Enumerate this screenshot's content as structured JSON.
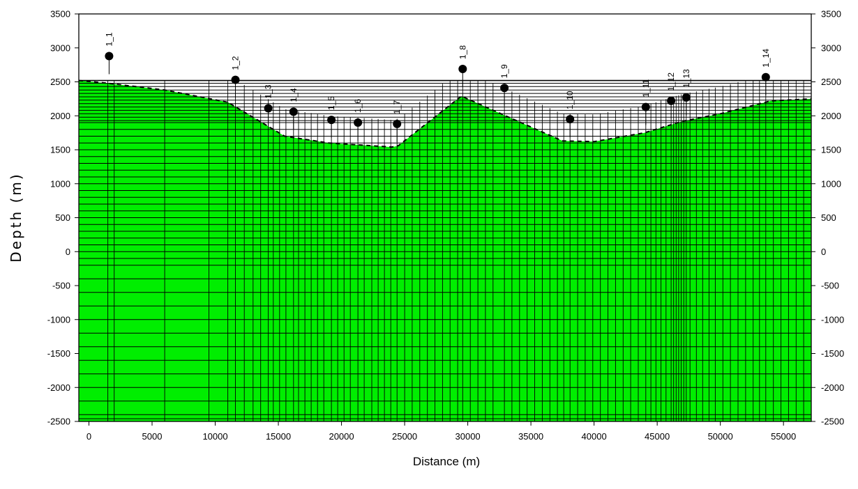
{
  "chart_data": {
    "type": "scatter",
    "title": "",
    "xlabel": "Distance (m)",
    "ylabel": "Depth (m)",
    "xlim": [
      -800,
      57200
    ],
    "ylim": [
      -2500,
      3500
    ],
    "x_ticks": [
      0,
      5000,
      10000,
      15000,
      20000,
      25000,
      30000,
      35000,
      40000,
      45000,
      50000,
      55000
    ],
    "y_ticks": [
      -2500,
      -2000,
      -1500,
      -1000,
      -500,
      0,
      500,
      1000,
      1500,
      2000,
      2500,
      3000,
      3500
    ],
    "right_axis_ticks": true,
    "grid": true,
    "colors": {
      "basement": "#00ee00",
      "sediment": "#ffffff",
      "grid_lines": "#000000"
    },
    "top_surface_depth": 2520,
    "basement_surface": {
      "x": [
        -800,
        1500,
        6000,
        11000,
        15500,
        19000,
        24000,
        24500,
        29500,
        33000,
        37500,
        40000,
        44000,
        47000,
        50000,
        54000,
        57200
      ],
      "y": [
        2520,
        2480,
        2380,
        2200,
        1700,
        1600,
        1540,
        1560,
        2290,
        2000,
        1630,
        1620,
        1750,
        1920,
        2030,
        2220,
        2250
      ]
    },
    "wells": [
      {
        "name": "1_1",
        "x": 1600,
        "y": 2880
      },
      {
        "name": "1_2",
        "x": 11600,
        "y": 2530
      },
      {
        "name": "1_3",
        "x": 14200,
        "y": 2110
      },
      {
        "name": "1_4",
        "x": 16200,
        "y": 2060
      },
      {
        "name": "1_5",
        "x": 19200,
        "y": 1940
      },
      {
        "name": "1_6",
        "x": 21300,
        "y": 1900
      },
      {
        "name": "1_7",
        "x": 24400,
        "y": 1880
      },
      {
        "name": "1_8",
        "x": 29600,
        "y": 2690
      },
      {
        "name": "1_9",
        "x": 32900,
        "y": 2410
      },
      {
        "name": "1_10",
        "x": 38100,
        "y": 1950
      },
      {
        "name": "1_11",
        "x": 44100,
        "y": 2130
      },
      {
        "name": "1_12",
        "x": 46100,
        "y": 2220
      },
      {
        "name": "1_13",
        "x": 47300,
        "y": 2270
      },
      {
        "name": "1_14",
        "x": 53600,
        "y": 2570
      }
    ],
    "grid_x_lines": [
      -800,
      1500,
      2000,
      6000,
      9500,
      11000,
      11600,
      12300,
      13000,
      13600,
      14200,
      14600,
      15100,
      15600,
      16200,
      16600,
      17100,
      17600,
      18100,
      18600,
      19200,
      19700,
      20200,
      20700,
      21300,
      21800,
      22400,
      22900,
      23400,
      23900,
      24400,
      25000,
      25600,
      26200,
      26800,
      27400,
      28000,
      28600,
      29200,
      29600,
      30200,
      30800,
      31400,
      32000,
      32900,
      33500,
      34100,
      34700,
      35300,
      35900,
      36500,
      37100,
      37600,
      38100,
      38700,
      39300,
      39900,
      40500,
      41100,
      41700,
      42300,
      42900,
      43500,
      44100,
      44500,
      44900,
      45300,
      45700,
      46100,
      46300,
      46500,
      46700,
      46900,
      47100,
      47300,
      47600,
      48100,
      48600,
      49100,
      49600,
      50200,
      50800,
      51400,
      52000,
      52600,
      53100,
      53600,
      54200,
      54800,
      55400,
      56000,
      56600,
      57200
    ]
  }
}
